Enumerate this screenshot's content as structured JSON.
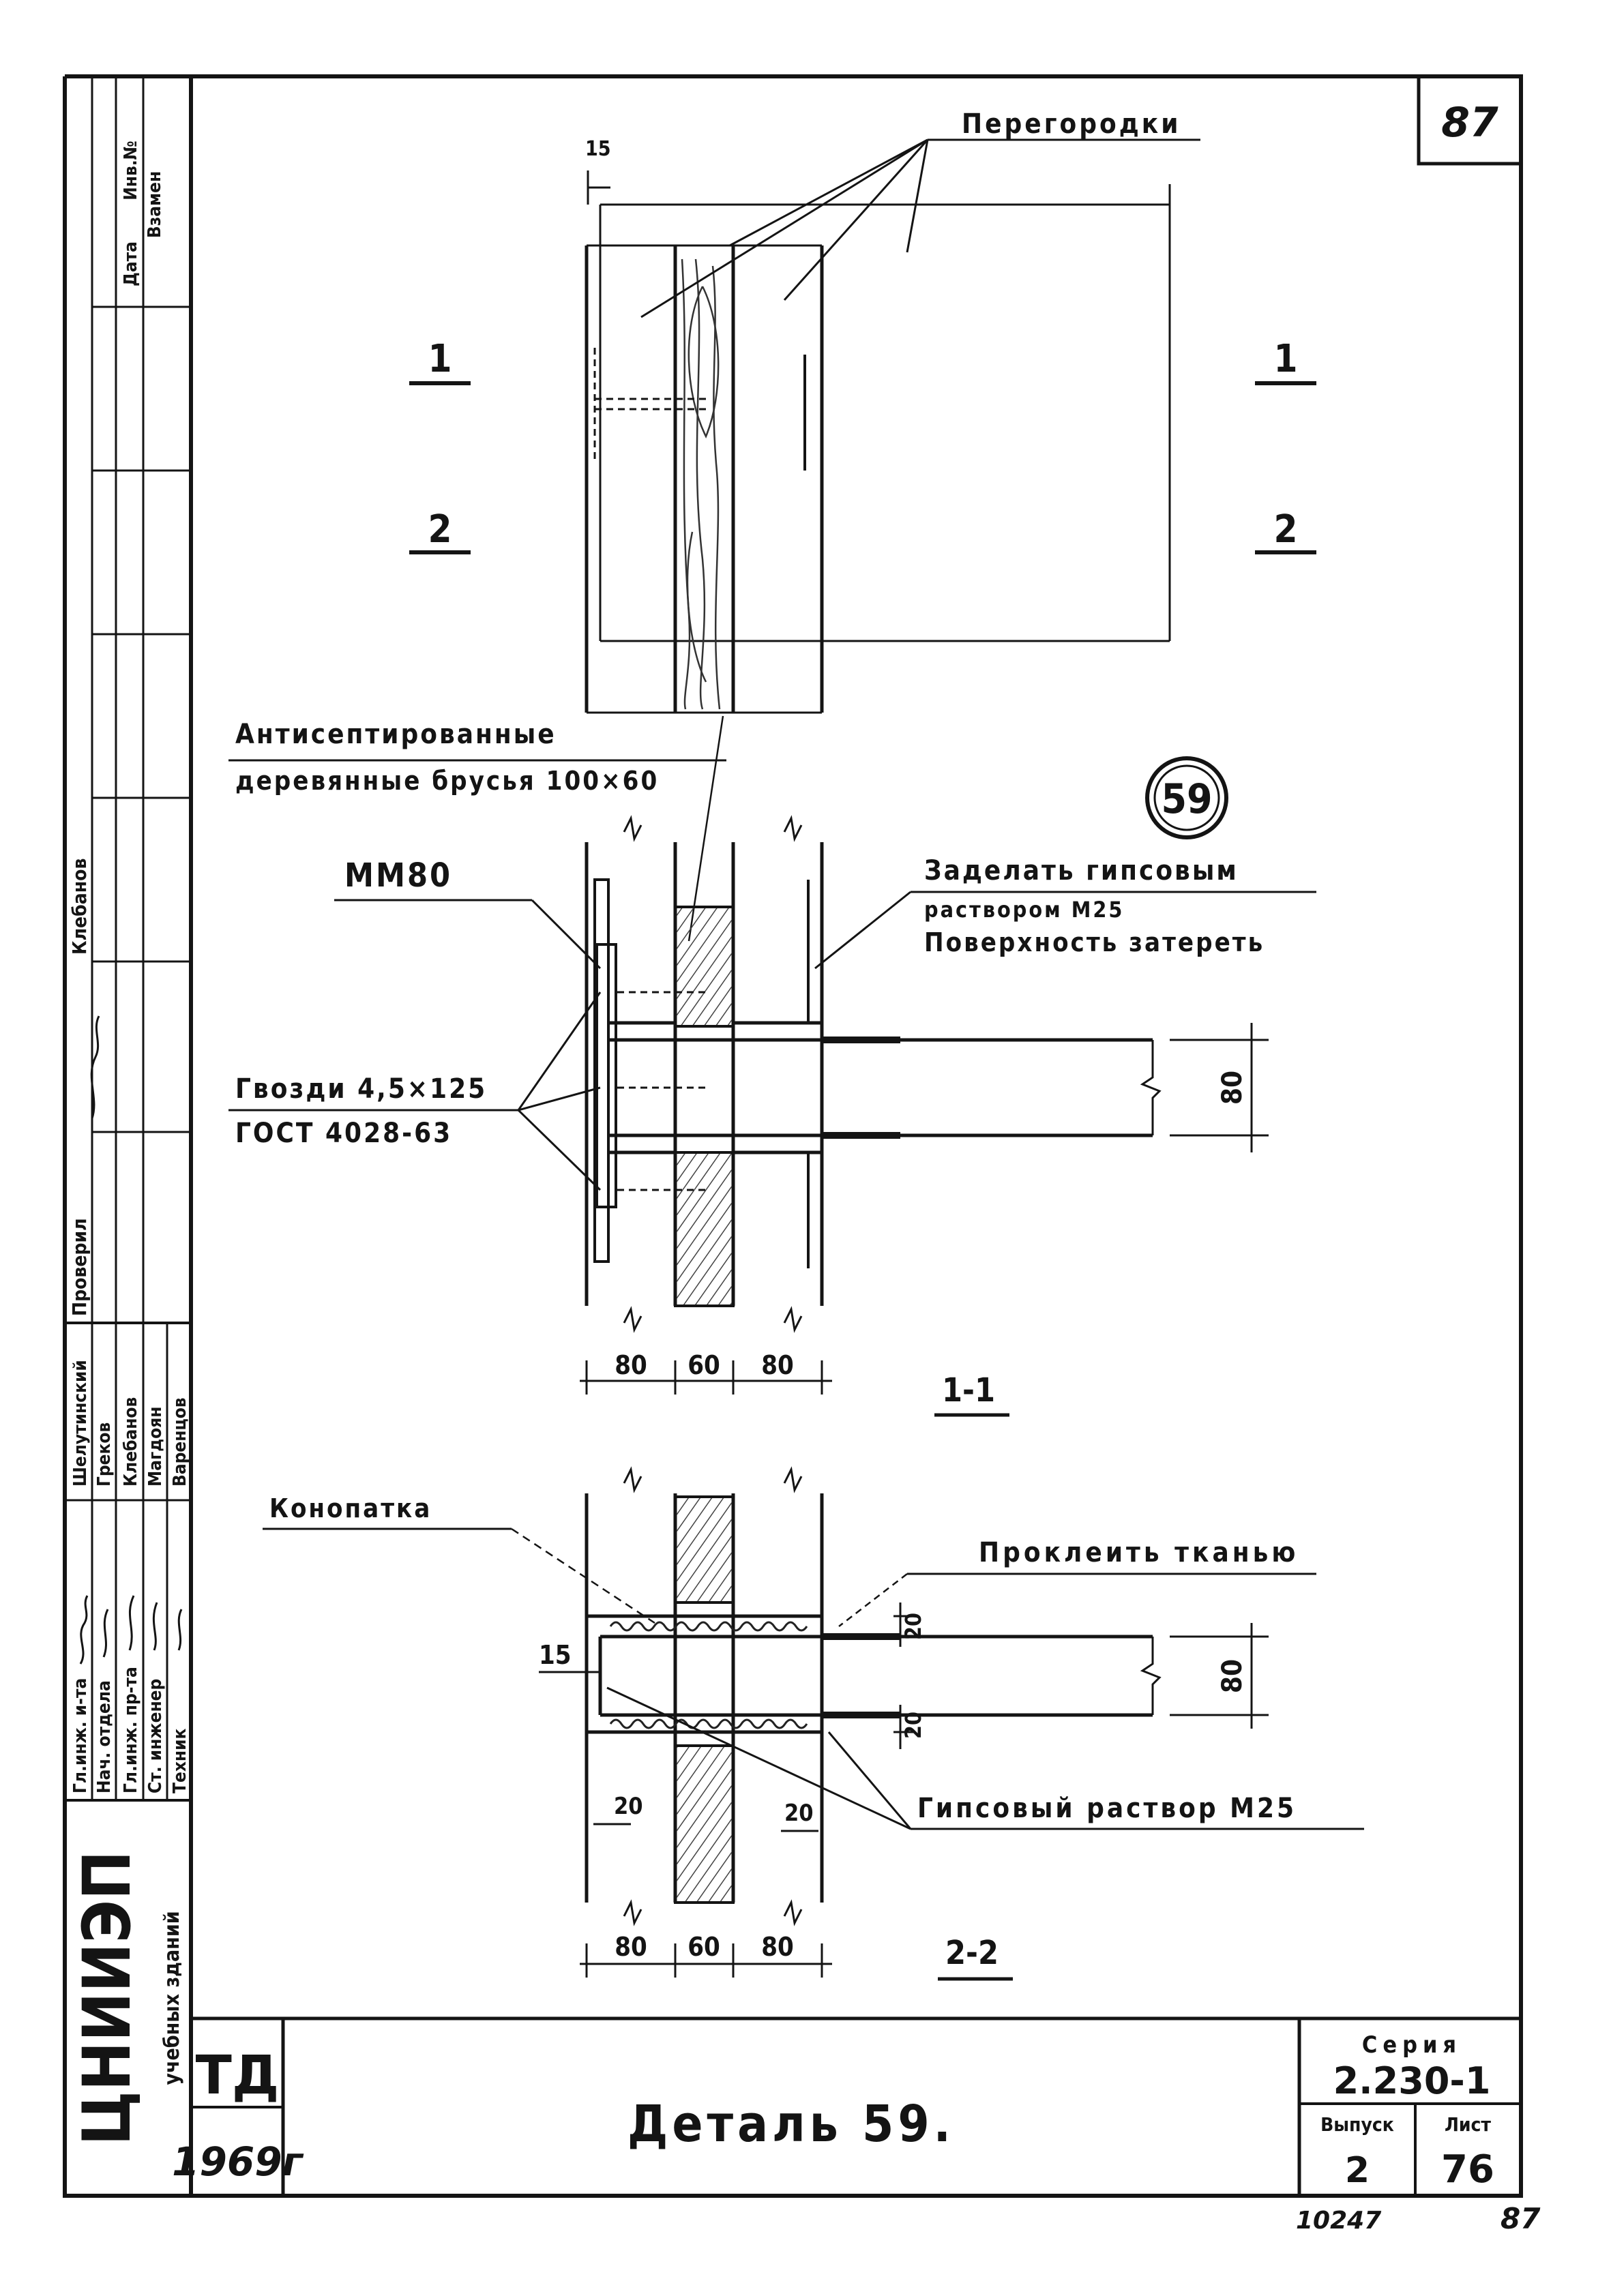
{
  "sheet": {
    "number": "87",
    "number_bottom": "87",
    "archive": "10247"
  },
  "labels": {
    "partitions": "Перегородки",
    "dim_15_top": "15",
    "sec1_top_left": "1",
    "sec2_top_left": "2",
    "sec1_top_right": "1",
    "sec2_top_right": "2",
    "antiseptic_line1": "Антисептированные",
    "antiseptic_line2": "деревянные брусья 100×60",
    "detail_ref": "59",
    "mm80": "ММ80",
    "seal_line1": "Заделать гипсовым",
    "seal_line2": "раствором М25",
    "seal_line3": "Поверхность затереть",
    "nails_line1": "Гвозди 4,5×125",
    "nails_line2": "ГОСТ 4028-63",
    "dim_80_right_1": "80",
    "dims_1_1": [
      "80",
      "60",
      "80"
    ],
    "section_1_1": "1-1",
    "caulk": "Конопатка",
    "glue_fabric": "Проклеить тканью",
    "dim_15_left": "15",
    "dim_20_top": "20",
    "dim_80_right_2": "80",
    "dim_20_bottom": "20",
    "gypsum": "Гипсовый раствор М25",
    "dim_20_left": "20",
    "dim_20_mid": "20",
    "dims_2_2": [
      "80",
      "60",
      "80"
    ],
    "section_2_2": "2-2"
  },
  "side_stamp": {
    "top_cells": [
      "Дата",
      "Инв.№",
      "Взамен"
    ],
    "roles": [
      "Гл.инж. и-та",
      "Нач. отдела",
      "Гл.инж. пр-та",
      "Ст. инженер",
      "Техник"
    ],
    "names": [
      "Шелутинский",
      "Греков",
      "Клебанов",
      "Магдоян",
      "Варенцов"
    ],
    "checked": "Проверил",
    "checked_name": "Клебанов",
    "institute": "ЦНИИЭП",
    "institute_sub": "учебных зданий"
  },
  "title_block": {
    "td": "ТД",
    "year": "1969г",
    "title": "Деталь 59.",
    "series_label": "Серия",
    "series_value": "2.230-1",
    "issue_label": "Выпуск",
    "issue_value": "2",
    "sheet_label": "Лист",
    "sheet_value": "76"
  }
}
